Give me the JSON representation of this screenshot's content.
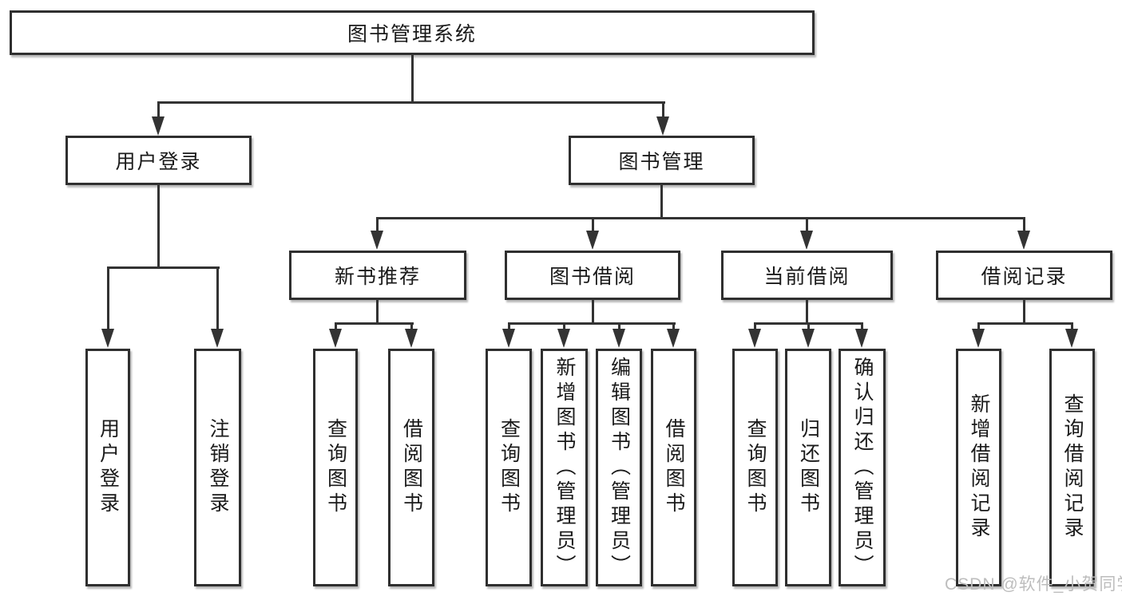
{
  "title_node": "图书管理系统",
  "branches": [
    {
      "label": "用户登录",
      "leaves": [
        {
          "label": "用户登录"
        },
        {
          "label": "注销登录"
        }
      ]
    },
    {
      "label": "图书管理",
      "sections": [
        {
          "label": "新书推荐",
          "leaves": [
            {
              "label": "查询图书"
            },
            {
              "label": "借阅图书"
            }
          ]
        },
        {
          "label": "图书借阅",
          "leaves": [
            {
              "label": "查询图书"
            },
            {
              "label": "新增图书（管理员）"
            },
            {
              "label": "编辑图书（管理员）"
            },
            {
              "label": "借阅图书"
            }
          ]
        },
        {
          "label": "当前借阅",
          "leaves": [
            {
              "label": "查询图书"
            },
            {
              "label": "归还图书"
            },
            {
              "label": "确认归还（管理员）"
            }
          ]
        },
        {
          "label": "借阅记录",
          "leaves": [
            {
              "label": "新增借阅记录"
            },
            {
              "label": "查询借阅记录"
            }
          ]
        }
      ]
    }
  ],
  "watermark": "CSDN @软件_小贺同学",
  "colors": {
    "line": "#333333",
    "text": "#1a1a1a",
    "watermark": "#bdbdbd",
    "background": "#ffffff"
  }
}
